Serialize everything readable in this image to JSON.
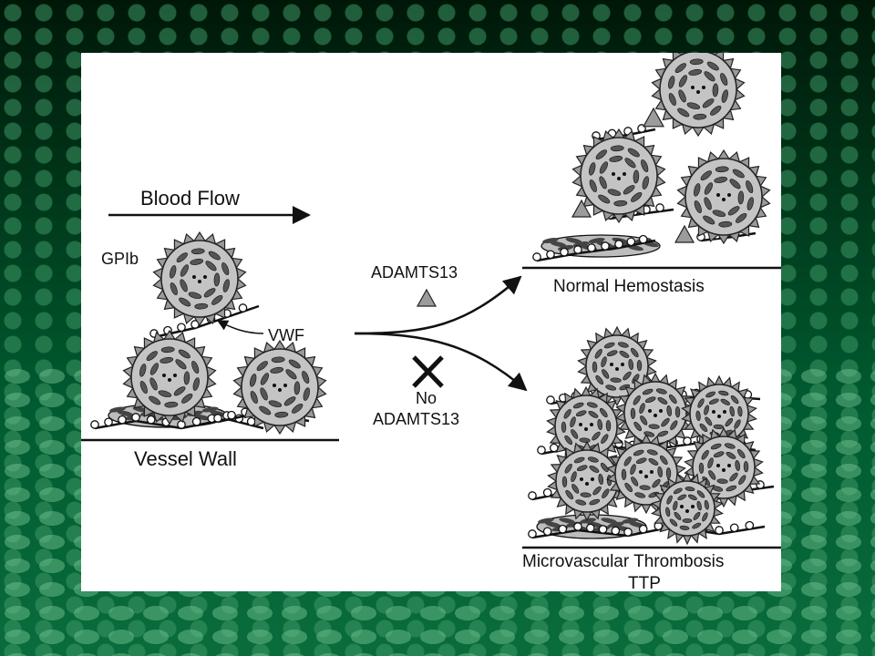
{
  "diagram": {
    "labels": {
      "blood_flow": "Blood Flow",
      "gpib": "GPIb",
      "vwf": "VWF",
      "vessel_wall": "Vessel Wall",
      "adamts13": "ADAMTS13",
      "no": "No",
      "no_adamts13": "ADAMTS13",
      "normal_hemostasis": "Normal Hemostasis",
      "microvascular_thrombosis": "Microvascular Thrombosis",
      "ttp": "TTP"
    }
  }
}
